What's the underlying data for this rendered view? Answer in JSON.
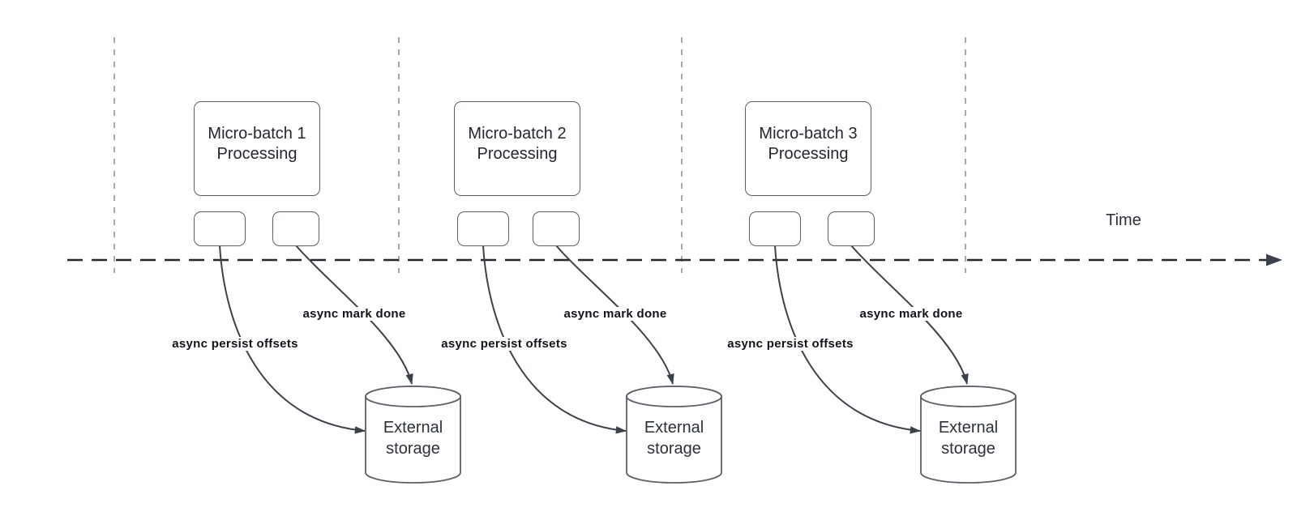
{
  "time_axis": {
    "label": "Time"
  },
  "groups": [
    {
      "box_label": "Micro-batch 1\nProcessing",
      "persist_arrow_label": "async persist offsets",
      "done_arrow_label": "async mark done",
      "storage_label": "External\nstorage"
    },
    {
      "box_label": "Micro-batch 2\nProcessing",
      "persist_arrow_label": "async persist offsets",
      "done_arrow_label": "async mark done",
      "storage_label": "External\nstorage"
    },
    {
      "box_label": "Micro-batch 3\nProcessing",
      "persist_arrow_label": "async persist offsets",
      "done_arrow_label": "async mark done",
      "storage_label": "External\nstorage"
    }
  ],
  "colors": {
    "background": "#ffffff",
    "shape_stroke": "#5a6068",
    "shape_fill": "#ffffff",
    "box_text": "#23282f",
    "arrow_stroke": "#3b414b",
    "arrow_label_text": "#10141a",
    "guide_line": "#a8a8a8",
    "timeline": "#24272c"
  }
}
